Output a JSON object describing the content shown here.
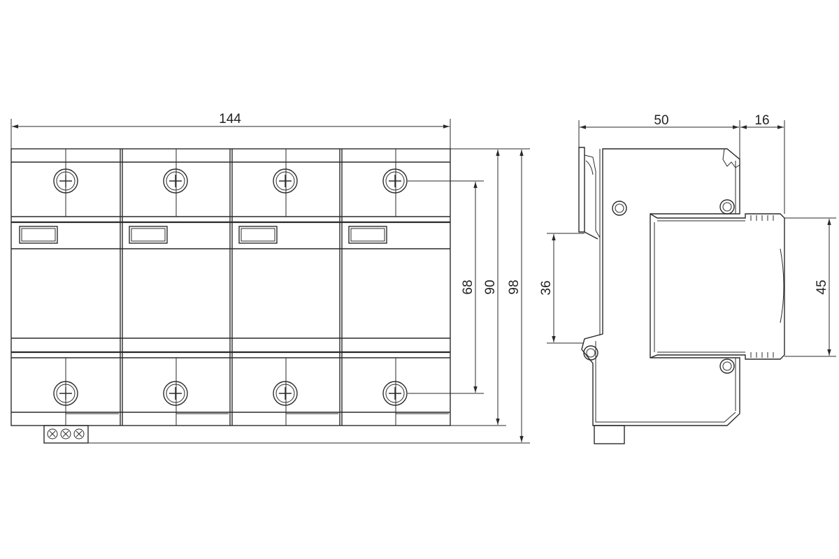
{
  "diagram": {
    "front_view": {
      "modules": 4,
      "dimensions": {
        "width": "144",
        "height_terminals": "68",
        "height_body": "90",
        "height_total": "98"
      }
    },
    "side_view": {
      "dimensions": {
        "depth": "50",
        "protrusion": "16",
        "rail": "36",
        "front_face": "45"
      }
    },
    "colors": {
      "line": "#2a2a2a",
      "background": "#ffffff"
    }
  }
}
